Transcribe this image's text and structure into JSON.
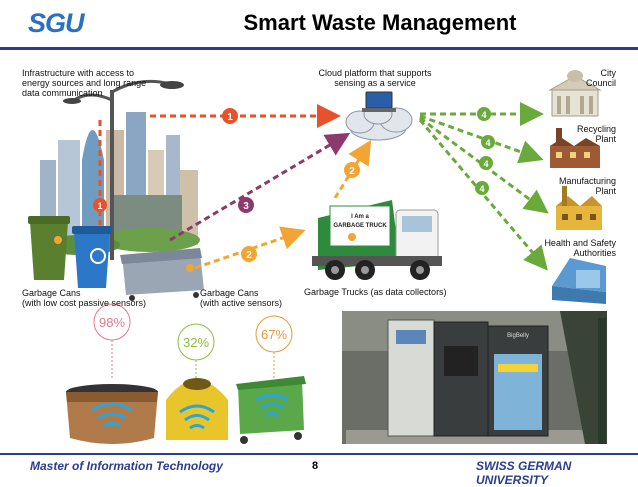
{
  "header": {
    "logo": "SGU",
    "title": "Smart Waste Management"
  },
  "labels": {
    "infrastructure": [
      "Infrastructure with access to",
      "energy sources and long range",
      "data communication"
    ],
    "cloud": [
      "Cloud platform that supports",
      "sensing as a service"
    ],
    "city_council": [
      "City",
      "Council"
    ],
    "recycling_plant": [
      "Recycling",
      "Plant"
    ],
    "manufacturing_plant": [
      "Manufacturing",
      "Plant"
    ],
    "health_safety": [
      "Health and Safety",
      "Authorities"
    ],
    "cans_passive": [
      "Garbage Cans",
      "(with low cost passive sensors)"
    ],
    "cans_active": [
      "Garbage Cans",
      "(with active sensors)"
    ],
    "trucks": "Garbage Trucks (as data collectors)",
    "truck_sign": [
      "I Am a",
      "GARBAGE TRUCK"
    ],
    "bin_brand": "BigBelly"
  },
  "steps": [
    "1",
    "2",
    "3",
    "4"
  ],
  "fill_levels": [
    {
      "label": "98%",
      "value": 0.98,
      "color": "#e07a8a"
    },
    {
      "label": "32%",
      "value": 0.32,
      "color": "#8cbf3c"
    },
    {
      "label": "67%",
      "value": 0.67,
      "color": "#e59a3a"
    }
  ],
  "colors": {
    "step1": "#e8522a",
    "step2": "#f2a534",
    "step3": "#8c3a6b",
    "step4": "#6aaa3a",
    "brand": "#2a3d8f"
  },
  "footer": {
    "left": "Master of Information Technology",
    "page": "8",
    "right": "SWISS GERMAN UNIVERSITY"
  }
}
